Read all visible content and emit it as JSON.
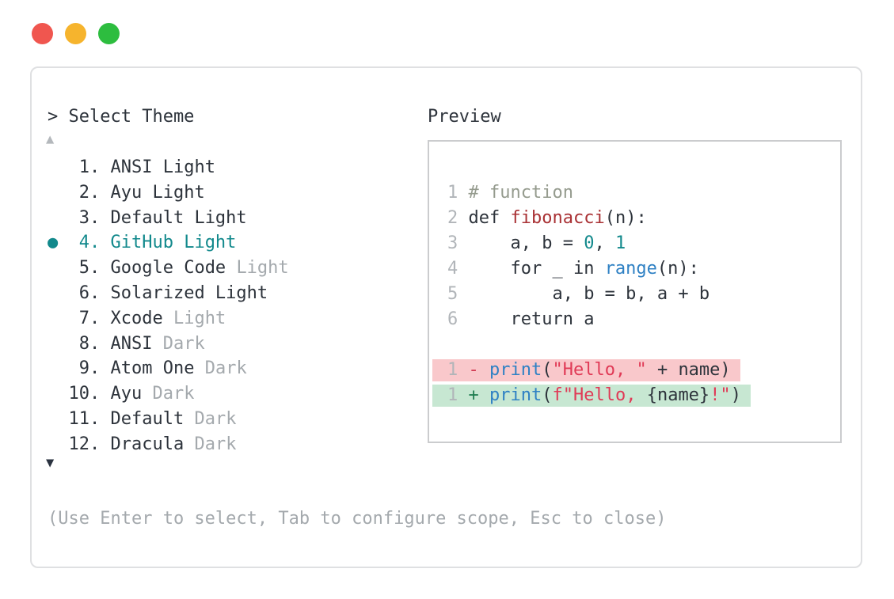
{
  "window": {
    "traffic_lights": [
      {
        "name": "close-light",
        "color": "#f0564f"
      },
      {
        "name": "minimize-light",
        "color": "#f6b42d"
      },
      {
        "name": "maximize-light",
        "color": "#2dbd3f"
      }
    ]
  },
  "theme_picker": {
    "prompt": "> Select Theme",
    "scroll_up": "▲",
    "scroll_down": "▼",
    "selected_marker": "●",
    "help": "(Use Enter to select, Tab to configure scope, Esc to close)",
    "items": [
      {
        "number": "1.",
        "selected": false,
        "parts": [
          {
            "text": "ANSI Light",
            "tone": "dark"
          }
        ]
      },
      {
        "number": "2.",
        "selected": false,
        "parts": [
          {
            "text": "Ayu Light",
            "tone": "dark"
          }
        ]
      },
      {
        "number": "3.",
        "selected": false,
        "parts": [
          {
            "text": "Default Light",
            "tone": "dark"
          }
        ]
      },
      {
        "number": "4.",
        "selected": true,
        "parts": [
          {
            "text": "GitHub Light",
            "tone": "selected"
          }
        ]
      },
      {
        "number": "5.",
        "selected": false,
        "parts": [
          {
            "text": "Google Code ",
            "tone": "dark"
          },
          {
            "text": "Light",
            "tone": "muted"
          }
        ]
      },
      {
        "number": "6.",
        "selected": false,
        "parts": [
          {
            "text": "Solarized Light",
            "tone": "dark"
          }
        ]
      },
      {
        "number": "7.",
        "selected": false,
        "parts": [
          {
            "text": "Xcode ",
            "tone": "dark"
          },
          {
            "text": "Light",
            "tone": "muted"
          }
        ]
      },
      {
        "number": "8.",
        "selected": false,
        "parts": [
          {
            "text": "ANSI ",
            "tone": "dark"
          },
          {
            "text": "Dark",
            "tone": "muted"
          }
        ]
      },
      {
        "number": "9.",
        "selected": false,
        "parts": [
          {
            "text": "Atom One ",
            "tone": "dark"
          },
          {
            "text": "Dark",
            "tone": "muted"
          }
        ]
      },
      {
        "number": "10.",
        "selected": false,
        "parts": [
          {
            "text": "Ayu ",
            "tone": "dark"
          },
          {
            "text": "Dark",
            "tone": "muted"
          }
        ]
      },
      {
        "number": "11.",
        "selected": false,
        "parts": [
          {
            "text": "Default ",
            "tone": "dark"
          },
          {
            "text": "Dark",
            "tone": "muted"
          }
        ]
      },
      {
        "number": "12.",
        "selected": false,
        "parts": [
          {
            "text": "Dracula ",
            "tone": "dark"
          },
          {
            "text": "Dark",
            "tone": "muted"
          }
        ]
      }
    ]
  },
  "preview": {
    "title": "Preview",
    "lines": [
      {
        "no": "1",
        "segments": [
          {
            "text": "# function",
            "tone": "comment"
          }
        ]
      },
      {
        "no": "2",
        "segments": [
          {
            "text": "def ",
            "tone": "code"
          },
          {
            "text": "fibonacci",
            "tone": "function"
          },
          {
            "text": "(n):",
            "tone": "code"
          }
        ]
      },
      {
        "no": "3",
        "segments": [
          {
            "text": "    a, b = ",
            "tone": "code"
          },
          {
            "text": "0",
            "tone": "number"
          },
          {
            "text": ", ",
            "tone": "code"
          },
          {
            "text": "1",
            "tone": "number"
          }
        ]
      },
      {
        "no": "4",
        "segments": [
          {
            "text": "    for _ in ",
            "tone": "code"
          },
          {
            "text": "range",
            "tone": "builtin"
          },
          {
            "text": "(n):",
            "tone": "code"
          }
        ]
      },
      {
        "no": "5",
        "segments": [
          {
            "text": "        a, b = b, a + b",
            "tone": "code"
          }
        ]
      },
      {
        "no": "6",
        "segments": [
          {
            "text": "    return a",
            "tone": "code"
          }
        ]
      },
      {
        "no": "",
        "segments": []
      },
      {
        "no": "1",
        "highlight": "removed",
        "segments": [
          {
            "text": "- ",
            "tone": "minus"
          },
          {
            "text": "print",
            "tone": "builtin"
          },
          {
            "text": "(",
            "tone": "code"
          },
          {
            "text": "\"Hello, \"",
            "tone": "string"
          },
          {
            "text": " + name)",
            "tone": "code"
          }
        ]
      },
      {
        "no": "1",
        "highlight": "added",
        "segments": [
          {
            "text": "+ ",
            "tone": "plus"
          },
          {
            "text": "print",
            "tone": "builtin"
          },
          {
            "text": "(",
            "tone": "code"
          },
          {
            "text": "f\"Hello, ",
            "tone": "string"
          },
          {
            "text": "{name}",
            "tone": "code"
          },
          {
            "text": "!\"",
            "tone": "string"
          },
          {
            "text": ")",
            "tone": "code"
          }
        ]
      }
    ]
  },
  "colors": {
    "text_dark": "#2d333b",
    "text_muted": "#a4a9ad",
    "selected_teal": "#12898c",
    "comment": "#959b8e",
    "function_red": "#a93134",
    "builtin_blue": "#2f81c4",
    "string_crimson": "#e03a56",
    "diff_removed_bg": "#f9c8cb",
    "diff_added_bg": "#c7e7d2",
    "line_number": "#b1b5b9",
    "panel_border": "#dfe0e2",
    "preview_border": "#cbccce"
  }
}
